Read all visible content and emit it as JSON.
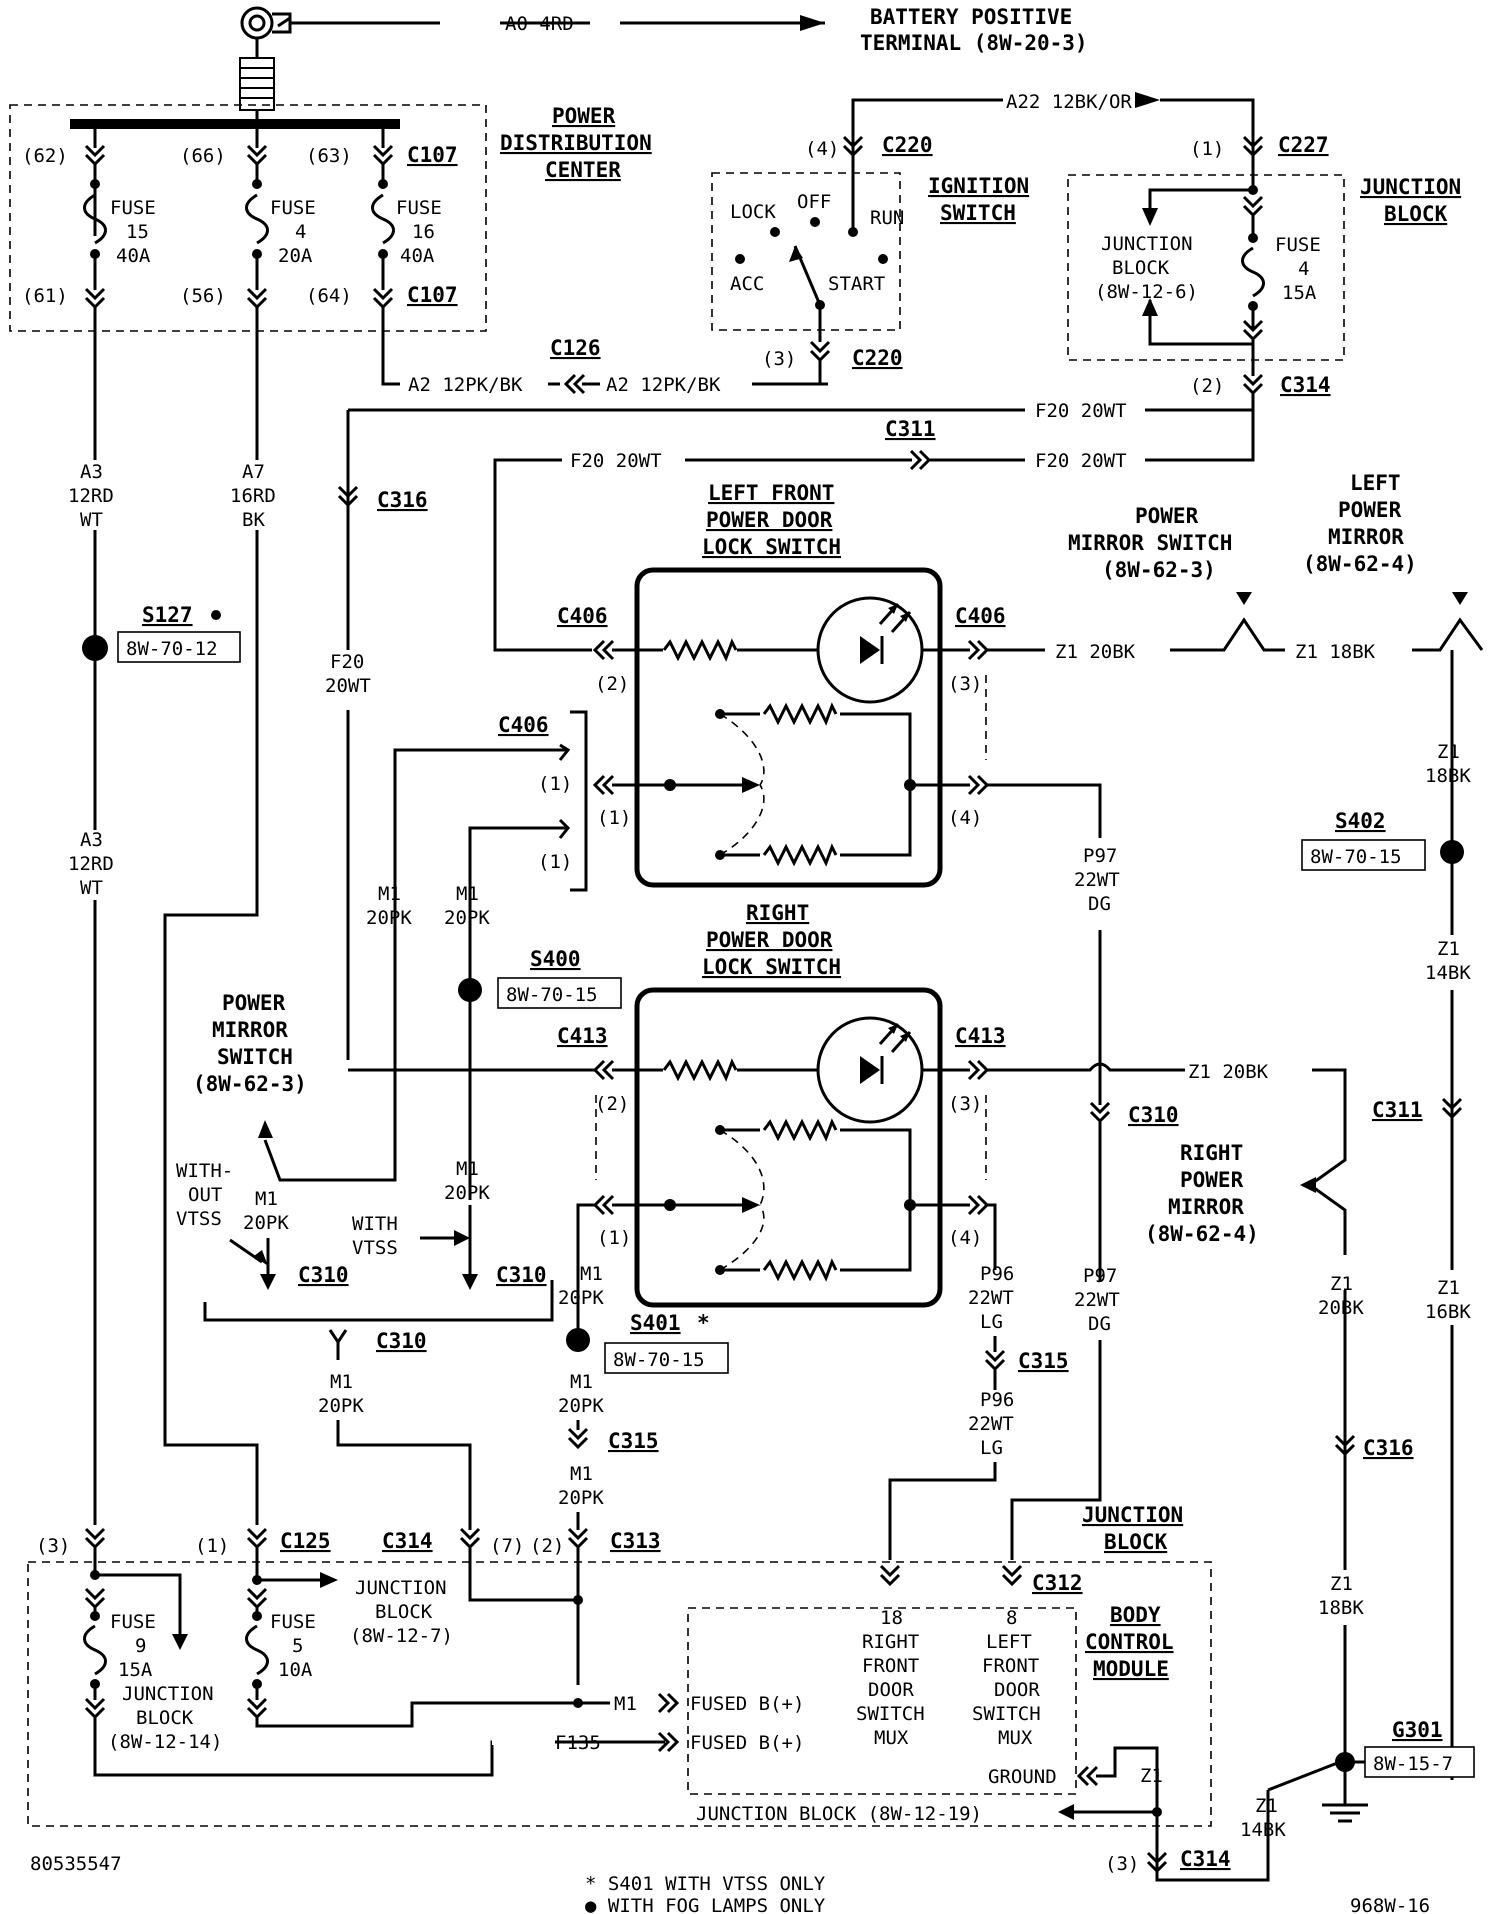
{
  "title_block": {
    "battery_line1": "BATTERY POSITIVE",
    "battery_line2": "TERMINAL (8W-20-3)",
    "battery_wire": "A0 4RD"
  },
  "modules": {
    "pdc": [
      "POWER",
      "DISTRIBUTION",
      "CENTER"
    ],
    "ignition": [
      "IGNITION",
      "SWITCH"
    ],
    "junction_block_top": [
      "JUNCTION",
      "BLOCK"
    ],
    "lf_switch": [
      "LEFT FRONT",
      "POWER DOOR",
      "LOCK SWITCH"
    ],
    "rt_switch": [
      "RIGHT",
      "POWER DOOR",
      "LOCK SWITCH"
    ],
    "pm_switch_right": [
      "POWER",
      "MIRROR SWITCH",
      "(8W-62-3)"
    ],
    "lp_mirror": [
      "LEFT",
      "POWER",
      "MIRROR",
      "(8W-62-4)"
    ],
    "pm_switch_left": [
      "POWER",
      "MIRROR",
      "SWITCH",
      "(8W-62-3)"
    ],
    "rp_mirror": [
      "RIGHT",
      "POWER",
      "MIRROR",
      "(8W-62-4)"
    ],
    "junction_block_bottom": [
      "JUNCTION",
      "BLOCK"
    ],
    "bcm": [
      "BODY",
      "CONTROL",
      "MODULE"
    ]
  },
  "ignition_positions": {
    "lock": "LOCK",
    "off": "OFF",
    "run": "RUN",
    "acc": "ACC",
    "start": "START"
  },
  "fuses": {
    "pdc15": [
      "FUSE",
      "15",
      "40A"
    ],
    "pdc4": [
      "FUSE",
      "4",
      "20A"
    ],
    "pdc16": [
      "FUSE",
      "16",
      "40A"
    ],
    "jb4": [
      "FUSE",
      "4",
      "15A"
    ],
    "jb9": [
      "FUSE",
      "9",
      "15A"
    ],
    "jb5": [
      "FUSE",
      "5",
      "10A"
    ]
  },
  "connectors": {
    "c107": "C107",
    "c220": "C220",
    "c227": "C227",
    "c126": "C126",
    "c314": "C314",
    "c311": "C311",
    "c316": "C316",
    "c406": "C406",
    "c413": "C413",
    "c310": "C310",
    "c315": "C315",
    "c125": "C125",
    "c313": "C313",
    "c312": "C312"
  },
  "pins": {
    "p62": "(62)",
    "p66": "(66)",
    "p63": "(63)",
    "p61": "(61)",
    "p56": "(56)",
    "p64": "(64)",
    "p4": "(4)",
    "p3": "(3)",
    "p1": "(1)",
    "p2": "(2)",
    "p7": "(7)"
  },
  "wires": {
    "a22": "A22 12BK/OR",
    "a2": "A2 12PK/BK",
    "f20": "F20 20WT",
    "z1_20": "Z1 20BK",
    "z1_18": "Z1 18BK",
    "a3": [
      "A3",
      "12RD",
      "WT"
    ],
    "a7": [
      "A7",
      "16RD",
      "BK"
    ],
    "f20v": [
      "F20",
      "20WT"
    ],
    "m1": [
      "M1",
      "20PK"
    ],
    "p97": [
      "P97",
      "22WT",
      "DG"
    ],
    "p96": [
      "P96",
      "22WT",
      "LG"
    ],
    "z1v18": [
      "Z1",
      "18BK"
    ],
    "z1v14": [
      "Z1",
      "14BK"
    ],
    "z1v16": [
      "Z1",
      "16BK"
    ],
    "z1v20": [
      "Z1",
      "20BK"
    ],
    "m1_arrow": "M1",
    "f135": "F135",
    "z1_gnd": "Z1"
  },
  "splices": {
    "s127": "S127",
    "s127_ref": "8W-70-12",
    "s400": "S400",
    "s400_ref": "8W-70-15",
    "s401": "S401",
    "s401_ref": "8W-70-15",
    "s402": "S402",
    "s402_ref": "8W-70-15",
    "g301": "G301",
    "g301_ref": "8W-15-7"
  },
  "notes": {
    "jb_ref_top": [
      "JUNCTION",
      "BLOCK",
      "(8W-12-6)"
    ],
    "jb_ref_7": [
      "JUNCTION",
      "BLOCK",
      "(8W-12-7)"
    ],
    "jb_ref_14": [
      "JUNCTION",
      "BLOCK",
      "(8W-12-14)"
    ],
    "jb_ref_19": "JUNCTION BLOCK (8W-12-19)",
    "without_vtss": [
      "WITH-",
      "OUT",
      "VTSS"
    ],
    "with_vtss": [
      "WITH",
      "VTSS"
    ],
    "fused_b": "FUSED B(+)",
    "rf_mux": [
      "18",
      "RIGHT",
      "FRONT",
      "DOOR",
      "SWITCH",
      "MUX"
    ],
    "lf_mux": [
      "8",
      "LEFT",
      "FRONT",
      "DOOR",
      "SWITCH",
      "MUX"
    ],
    "ground": "GROUND",
    "foot1": "* S401 WITH VTSS ONLY",
    "foot2": "● WITH FOG LAMPS ONLY",
    "part_no": "80535547",
    "fig_no": "968W-16"
  }
}
